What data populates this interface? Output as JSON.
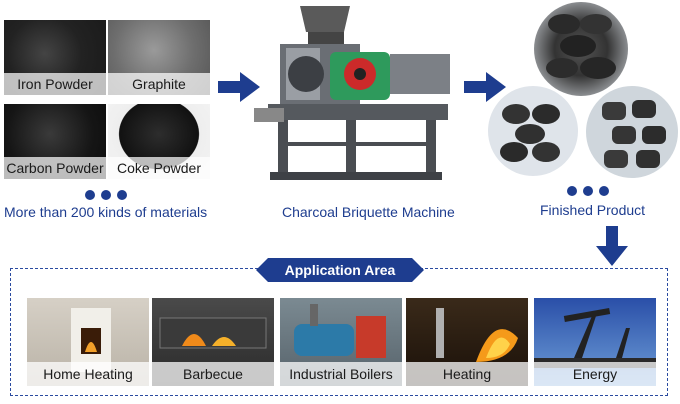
{
  "materials": {
    "items": [
      {
        "label": "Iron Powder"
      },
      {
        "label": "Graphite"
      },
      {
        "label": "Carbon Powder"
      },
      {
        "label": "Coke Powder"
      }
    ],
    "caption": "More than 200 kinds of materials"
  },
  "machine": {
    "caption": "Charcoal Briquette Machine"
  },
  "product": {
    "caption": "Finished Product"
  },
  "application": {
    "title": "Application Area",
    "items": [
      {
        "label": "Home Heating"
      },
      {
        "label": "Barbecue"
      },
      {
        "label": "Industrial Boilers"
      },
      {
        "label": "Heating"
      },
      {
        "label": "Energy"
      }
    ]
  },
  "colors": {
    "accent": "#1e3d8f"
  }
}
